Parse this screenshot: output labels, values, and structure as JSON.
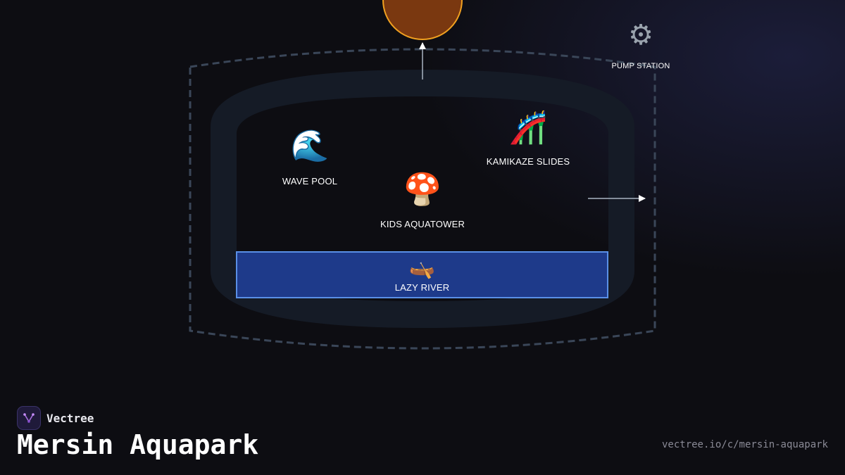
{
  "brand": {
    "name": "Vectree"
  },
  "page": {
    "title": "Mersin Aquapark",
    "url": "vectree.io/c/mersin-aquapark"
  },
  "colors": {
    "background": "#0d0d12",
    "park_track": "#151b26",
    "lazy_river_fill": "#1e3a8a",
    "lazy_river_border": "#5a8fe6",
    "top_node_fill": "#7a3810",
    "top_node_border": "#f0a020",
    "dashed_boundary": "#3a4658"
  },
  "nodes": {
    "wave_pool": {
      "icon": "wave-icon",
      "glyph": "🌊",
      "label": "WAVE POOL"
    },
    "kids_aquatower": {
      "icon": "mushroom-icon",
      "glyph": "🍄",
      "label": "KIDS AQUATOWER"
    },
    "kamikaze_slides": {
      "icon": "roller-coaster-icon",
      "glyph": "🎢",
      "label": "KAMIKAZE SLIDES"
    },
    "pump_station": {
      "icon": "gear-icon",
      "glyph": "⚙",
      "label": "PUMP STATION"
    },
    "lazy_river": {
      "icon": "canoe-icon",
      "glyph": "🛶",
      "label": "LAZY RIVER"
    }
  }
}
